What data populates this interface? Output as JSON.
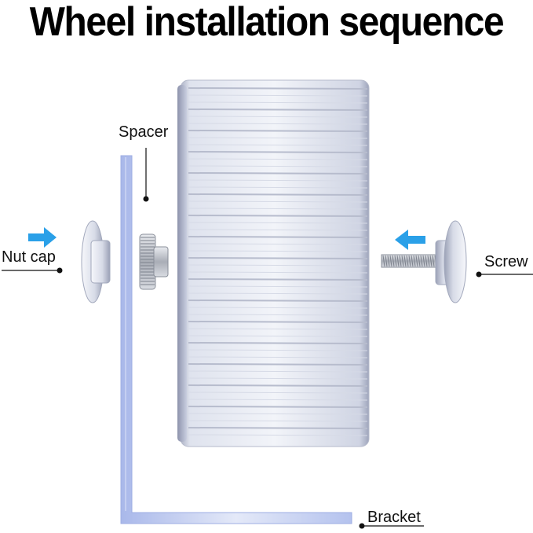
{
  "title": "Wheel installation sequence",
  "labels": {
    "spacer": "Spacer",
    "nut_cap": "Nut cap",
    "screw": "Screw",
    "bracket": "Bracket"
  },
  "colors": {
    "arrow": "#2aa0e8",
    "wheel_light": "#eef1f7",
    "wheel_mid": "#c4c9d9",
    "wheel_dark": "#9aa0b8",
    "bracket": "#b8c6ef",
    "leader": "#111111"
  }
}
